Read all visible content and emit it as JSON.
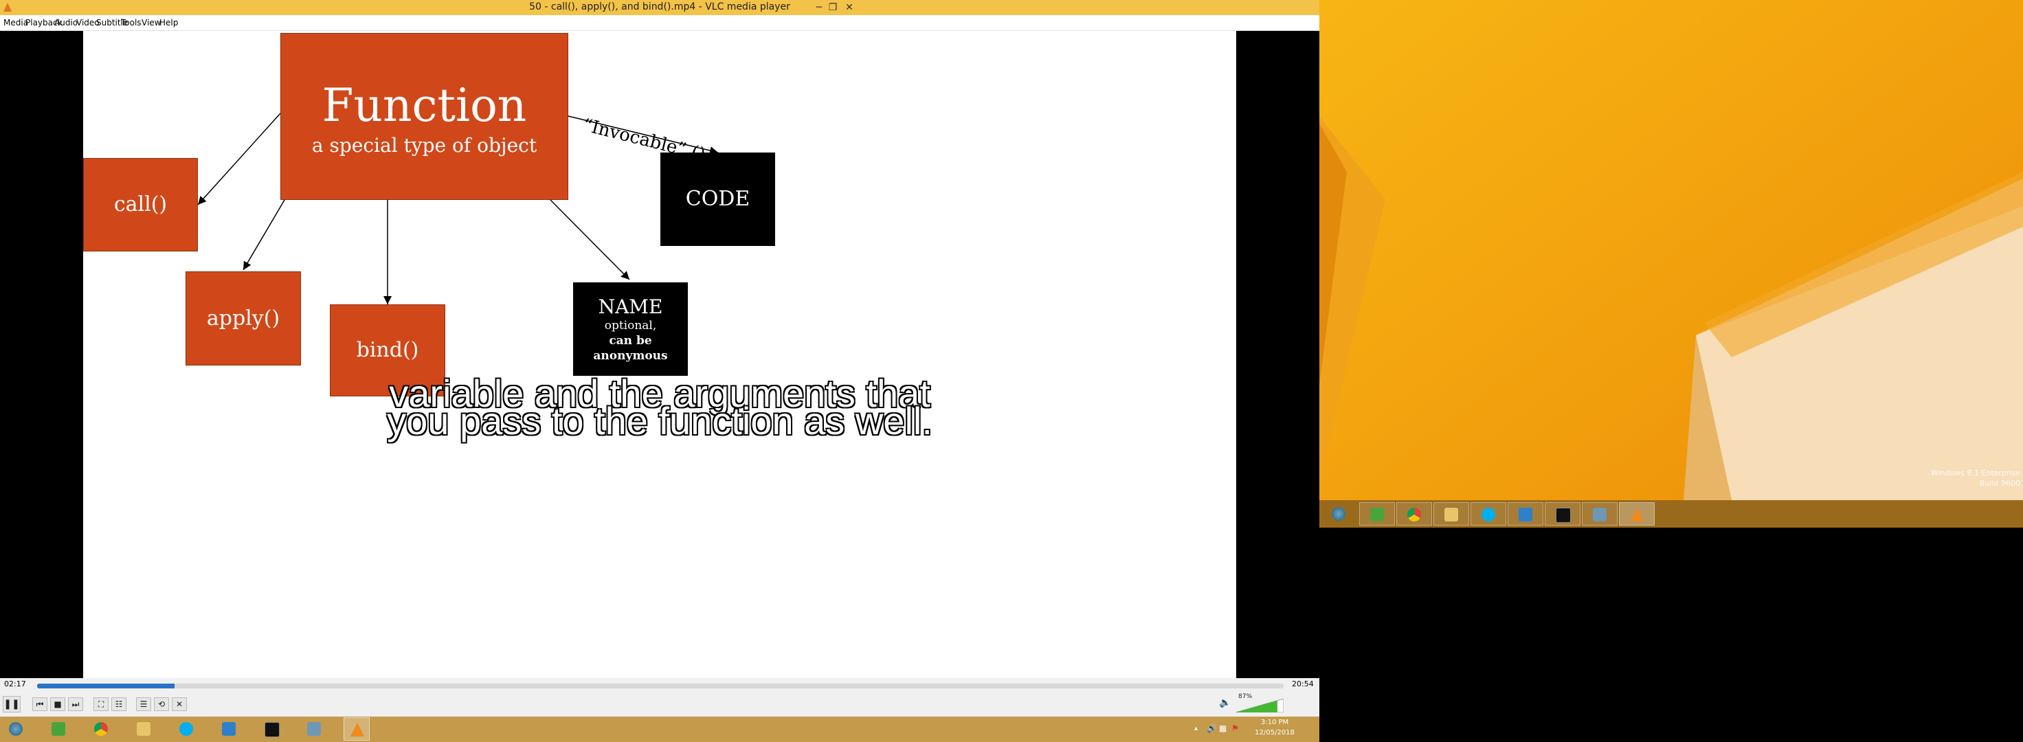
{
  "window": {
    "title": "50 - call(), apply(), and bind().mp4 - VLC media player",
    "minimize": "─",
    "restore": "❐",
    "close": "✕"
  },
  "menu": [
    "Media",
    "Playback",
    "Audio",
    "Video",
    "Subtitle",
    "Tools",
    "View",
    "Help"
  ],
  "slide": {
    "function_title": "Function",
    "function_subtitle": "a special type of object",
    "invocable": "“Invocable” ()",
    "code": "CODE",
    "call": "call()",
    "apply": "apply()",
    "bind": "bind()",
    "name_title": "NAME",
    "name_line1": "optional,",
    "name_line2": "can be",
    "name_line3": "anonymous"
  },
  "subtitles": {
    "line1": "variable and the arguments that",
    "line2": "you pass to the function as well."
  },
  "player": {
    "elapsed": "02:17",
    "total": "20:54",
    "progress": 0.11,
    "volume_label": "87%",
    "volume": 0.87
  },
  "taskbar_left": {
    "clock_time": "3:10 PM",
    "clock_date": "12/05/2018",
    "icons": [
      "start-orb-icon",
      "file-manager-icon",
      "chrome-icon",
      "folder-icon",
      "skype-icon",
      "vscode-icon",
      "cmd-icon",
      "remote-desktop-icon",
      "vlc-icon"
    ]
  },
  "desktop": {
    "watermark_line1": "Windows 8.1 Enterprise",
    "watermark_line2": "Build 9600"
  },
  "colors": {
    "slide_orange": "#d04819",
    "titlebar": "#f2c249",
    "taskbar": "#c59a4a",
    "wallpaper": "#f4a70f"
  }
}
